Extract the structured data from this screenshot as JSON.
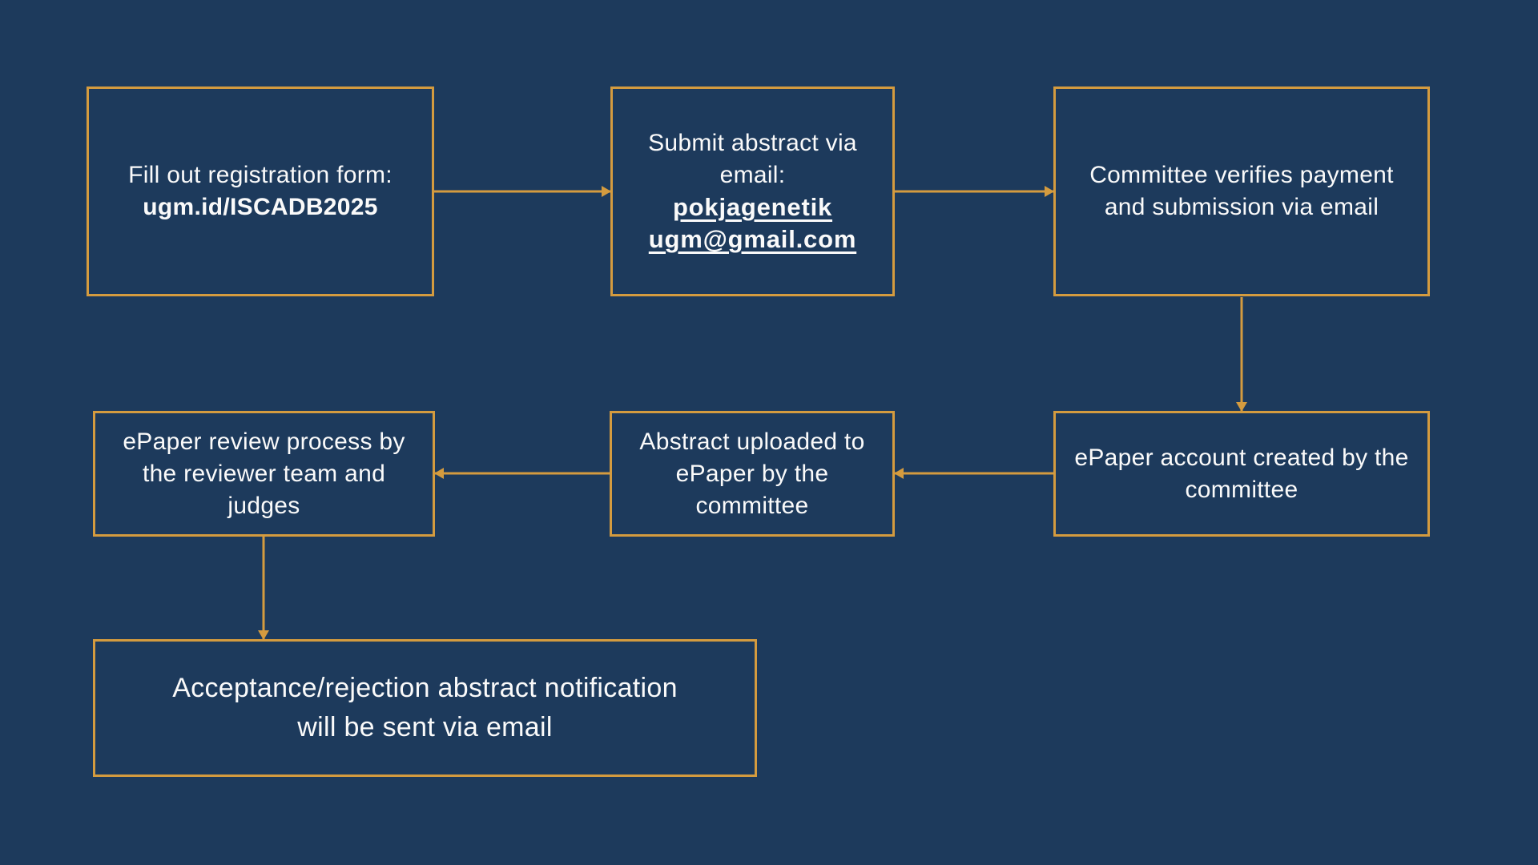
{
  "colors": {
    "background": "#1d3a5c",
    "accent": "#d49b3f",
    "text": "#fafafa"
  },
  "flowchart": {
    "nodes": [
      {
        "id": "registration",
        "lines": [
          {
            "text": "Fill out registration form:"
          },
          {
            "text": "ugm.id/ISCADB2025",
            "bold": true
          }
        ]
      },
      {
        "id": "submit-abstract",
        "lines": [
          {
            "text": "Submit abstract via"
          },
          {
            "text": "email:"
          },
          {
            "text": "pokjagenetik",
            "bold": true,
            "underline": true
          },
          {
            "text": "ugm@gmail.com",
            "bold": true,
            "underline": true
          }
        ]
      },
      {
        "id": "verify-payment",
        "lines": [
          {
            "text": "Committee verifies payment"
          },
          {
            "text": "and submission via email"
          }
        ]
      },
      {
        "id": "epaper-account",
        "lines": [
          {
            "text": "ePaper account created by the"
          },
          {
            "text": "committee"
          }
        ]
      },
      {
        "id": "abstract-upload",
        "lines": [
          {
            "text": "Abstract uploaded to"
          },
          {
            "text": "ePaper by the"
          },
          {
            "text": "committee"
          }
        ]
      },
      {
        "id": "review-process",
        "lines": [
          {
            "text": "ePaper review process by"
          },
          {
            "text": "the reviewer team and"
          },
          {
            "text": "judges"
          }
        ]
      },
      {
        "id": "notification",
        "lines": [
          {
            "text": "Acceptance/rejection abstract notification"
          },
          {
            "text": "will be sent via email"
          }
        ]
      }
    ],
    "edges": [
      {
        "from": "registration",
        "to": "submit-abstract",
        "direction": "right"
      },
      {
        "from": "submit-abstract",
        "to": "verify-payment",
        "direction": "right"
      },
      {
        "from": "verify-payment",
        "to": "epaper-account",
        "direction": "down"
      },
      {
        "from": "epaper-account",
        "to": "abstract-upload",
        "direction": "left"
      },
      {
        "from": "abstract-upload",
        "to": "review-process",
        "direction": "left"
      },
      {
        "from": "review-process",
        "to": "notification",
        "direction": "down"
      }
    ]
  }
}
